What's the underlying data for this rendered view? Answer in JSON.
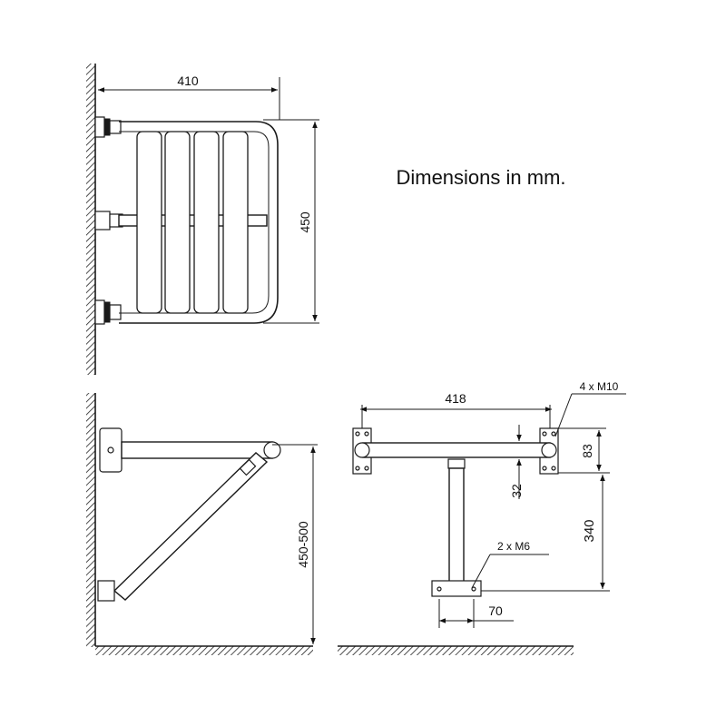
{
  "note": "Dimensions in mm.",
  "top_view": {
    "width_label": "410",
    "depth_label": "450"
  },
  "side_view": {
    "height_label": "450-500"
  },
  "front_view": {
    "width_label": "418",
    "top_bolts_label": "4 x M10",
    "bottom_bolts_label": "2 x M6",
    "top_bracket_height_label": "83",
    "bar_offset_label": "32",
    "vertical_distance_label": "340",
    "bottom_bracket_width_label": "70"
  }
}
